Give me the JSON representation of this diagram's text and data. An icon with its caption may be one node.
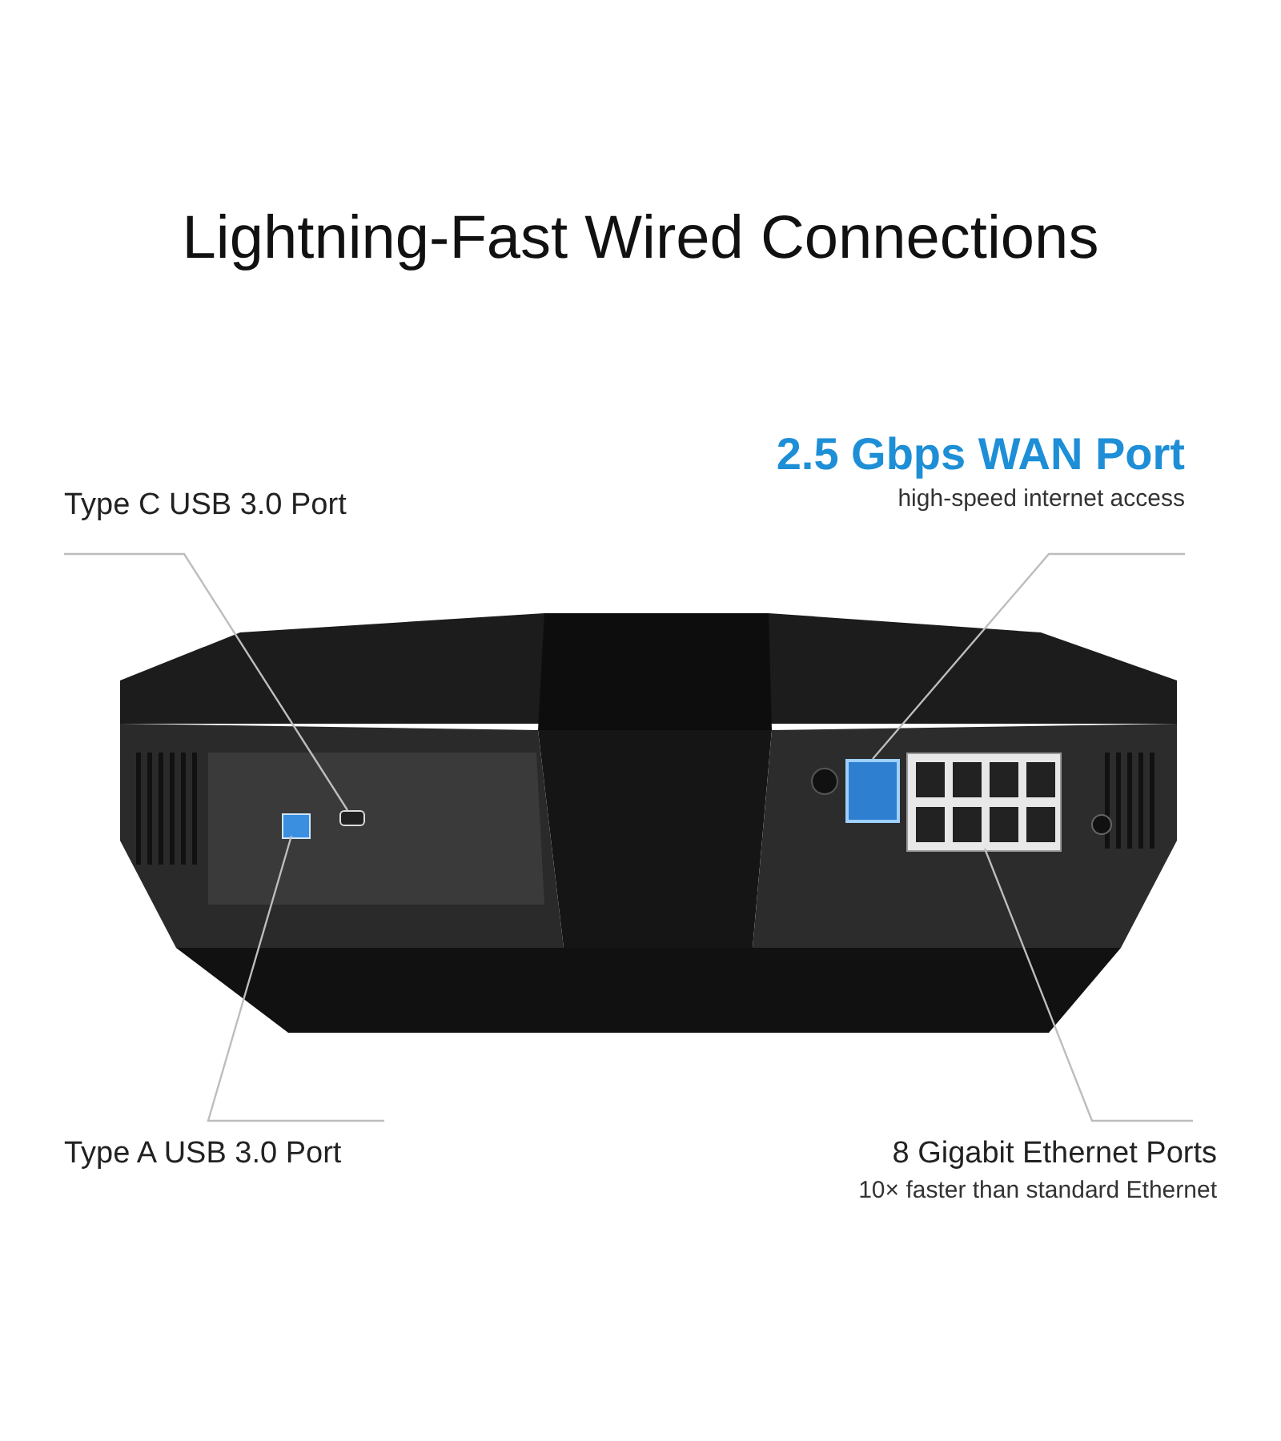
{
  "diagram": {
    "title": "Lightning-Fast Wired Connections",
    "nodes": [
      {
        "text": [
          "Type C USB 3.0 Port"
        ]
      },
      {
        "text": [
          "2.5 Gbps WAN Port",
          "high-speed internet access"
        ]
      },
      {
        "text": [
          "Type A USB 3.0 Port"
        ]
      },
      {
        "text": [
          "8 Gigabit Ethernet Ports",
          "10× faster than standard Ethernet"
        ]
      },
      {
        "text": [],
        "shape": "box"
      },
      {
        "text": [],
        "shape": "box"
      },
      {
        "text": [],
        "shape": "box"
      },
      {
        "text": [],
        "shape": "box"
      }
    ],
    "edges": [
      {
        "from": 0,
        "to": 5,
        "arrow": "none"
      },
      {
        "from": 1,
        "to": 6,
        "arrow": "none"
      },
      {
        "from": 2,
        "to": 4,
        "arrow": "none"
      },
      {
        "from": 3,
        "to": 7,
        "arrow": "none"
      }
    ]
  }
}
